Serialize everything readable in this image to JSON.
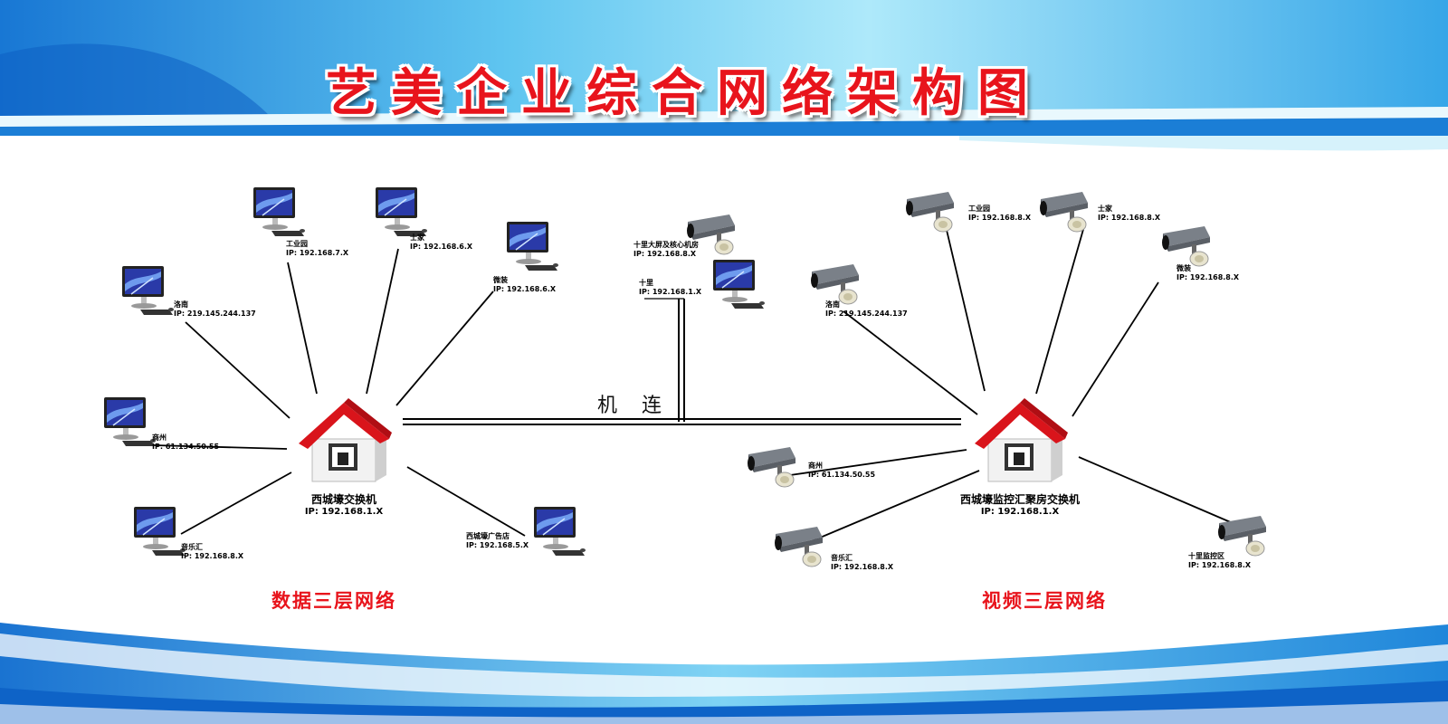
{
  "title": "艺美企业综合网络架构图",
  "link_label": "机 连",
  "sections": {
    "data_network": "数据三层网络",
    "video_network": "视频三层网络"
  },
  "switches": [
    {
      "name": "西城壕交换机",
      "ip": "IP: 192.168.1.X",
      "icon": "house-switch-icon"
    },
    {
      "name": "西城壕监控汇聚房交换机",
      "ip": "IP: 192.168.1.X",
      "icon": "house-switch-icon"
    }
  ],
  "data_nodes": [
    {
      "name": "工业园",
      "ip": "IP: 192.168.7.X",
      "icon": "computer-icon"
    },
    {
      "name": "士家",
      "ip": "IP: 192.168.6.X",
      "icon": "computer-icon"
    },
    {
      "name": "微装",
      "ip": "IP: 192.168.6.X",
      "icon": "computer-icon"
    },
    {
      "name": "洛南",
      "ip": "IP: 219.145.244.137",
      "icon": "computer-icon"
    },
    {
      "name": "商州",
      "ip": "IP: 61.134.50.55",
      "icon": "computer-icon"
    },
    {
      "name": "音乐汇",
      "ip": "IP: 192.168.8.X",
      "icon": "computer-icon"
    },
    {
      "name": "西城壕广告店",
      "ip": "IP: 192.168.5.X",
      "icon": "computer-icon"
    }
  ],
  "middle_nodes": [
    {
      "name": "十里大屏及核心机房",
      "ip": "IP: 192.168.8.X",
      "icon": "camera-icon"
    },
    {
      "name": "十里",
      "ip": "IP: 192.168.1.X",
      "icon": "computer-icon"
    }
  ],
  "video_nodes": [
    {
      "name": "工业园",
      "ip": "IP: 192.168.8.X",
      "icon": "camera-icon"
    },
    {
      "name": "士家",
      "ip": "IP: 192.168.8.X",
      "icon": "camera-icon"
    },
    {
      "name": "微装",
      "ip": "IP: 192.168.8.X",
      "icon": "camera-icon"
    },
    {
      "name": "洛南",
      "ip": "IP: 219.145.244.137",
      "icon": "camera-icon"
    },
    {
      "name": "商州",
      "ip": "IP: 61.134.50.55",
      "icon": "camera-icon"
    },
    {
      "name": "音乐汇",
      "ip": "IP: 192.168.8.X",
      "icon": "camera-icon"
    },
    {
      "name": "十里监控区",
      "ip": "IP: 192.168.8.X",
      "icon": "camera-icon"
    }
  ],
  "colors": {
    "title": "#e8141c",
    "banner_blue": "#1f7fd6",
    "light_blue": "#8fdcf5",
    "roof_red": "#d9141b",
    "wire": "#000000"
  }
}
